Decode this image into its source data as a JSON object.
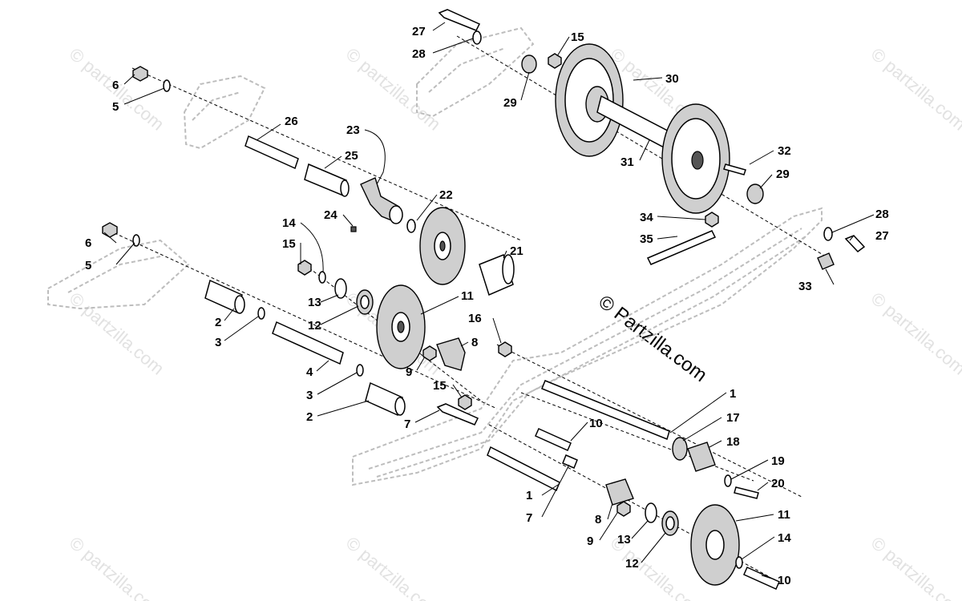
{
  "watermark": "© partzilla.com",
  "brand": "© Partzilla.com",
  "callouts": [
    {
      "label": "27"
    },
    {
      "label": "15"
    },
    {
      "label": "28"
    },
    {
      "label": "30"
    },
    {
      "label": "29"
    },
    {
      "label": "6"
    },
    {
      "label": "5"
    },
    {
      "label": "26"
    },
    {
      "label": "23"
    },
    {
      "label": "25"
    },
    {
      "label": "31"
    },
    {
      "label": "32"
    },
    {
      "label": "29"
    },
    {
      "label": "22"
    },
    {
      "label": "24"
    },
    {
      "label": "14"
    },
    {
      "label": "34"
    },
    {
      "label": "28"
    },
    {
      "label": "6"
    },
    {
      "label": "15"
    },
    {
      "label": "35"
    },
    {
      "label": "27"
    },
    {
      "label": "5"
    },
    {
      "label": "21"
    },
    {
      "label": "33"
    },
    {
      "label": "13"
    },
    {
      "label": "11"
    },
    {
      "label": "12"
    },
    {
      "label": "2"
    },
    {
      "label": "16"
    },
    {
      "label": "3"
    },
    {
      "label": "8"
    },
    {
      "label": "9"
    },
    {
      "label": "4"
    },
    {
      "label": "15"
    },
    {
      "label": "3"
    },
    {
      "label": "1"
    },
    {
      "label": "2"
    },
    {
      "label": "17"
    },
    {
      "label": "7"
    },
    {
      "label": "10"
    },
    {
      "label": "18"
    },
    {
      "label": "19"
    },
    {
      "label": "20"
    },
    {
      "label": "1"
    },
    {
      "label": "7"
    },
    {
      "label": "8"
    },
    {
      "label": "11"
    },
    {
      "label": "9"
    },
    {
      "label": "13"
    },
    {
      "label": "14"
    },
    {
      "label": "12"
    },
    {
      "label": "10"
    }
  ],
  "colors": {
    "ink": "#000000",
    "frame": "#bdbdbd",
    "watermark": "#e2e2e2",
    "background": "#ffffff"
  }
}
